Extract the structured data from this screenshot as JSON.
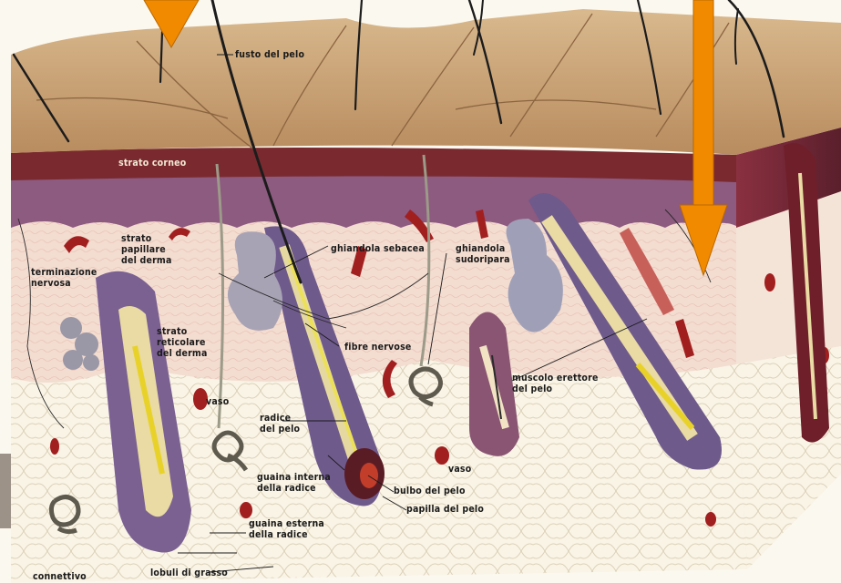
{
  "diagram": {
    "labels": {
      "fusto_del_pelo": "fusto del pelo",
      "strato_corneo": "strato corneo",
      "strato_papillare_1": "strato",
      "strato_papillare_2": "papillare",
      "strato_papillare_3": "del derma",
      "terminazione_1": "terminazione",
      "terminazione_2": "nervosa",
      "ghiandola_sebacea": "ghiandola sebacea",
      "ghiandola_sudoripara_1": "ghiandola",
      "ghiandola_sudoripara_2": "sudoripara",
      "strato_reticolare_1": "strato",
      "strato_reticolare_2": "reticolare",
      "strato_reticolare_3": "del derma",
      "fibre_nervose": "fibre nervose",
      "muscolo_erettore_1": "muscolo erettore",
      "muscolo_erettore_2": "del pelo",
      "vaso_1": "vaso",
      "radice_1": "radice",
      "radice_2": "del pelo",
      "vaso_2": "vaso",
      "guaina_interna_1": "guaina interna",
      "guaina_interna_2": "della radice",
      "bulbo": "bulbo del pelo",
      "papilla": "papilla del pelo",
      "guaina_esterna_1": "guaina esterna",
      "guaina_esterna_2": "della radice",
      "connettivo": "connettivo",
      "lobuli": "lobuli di grasso"
    },
    "colors": {
      "epidermis_top": "#c9a57a",
      "stratum": "#7a2a2f",
      "papillary": "#8a5a7a",
      "dermis": "#f2d9cc",
      "fat": "#f7f1e2",
      "vessel": "#9b1e1e",
      "arrow": "#f28a00"
    }
  }
}
